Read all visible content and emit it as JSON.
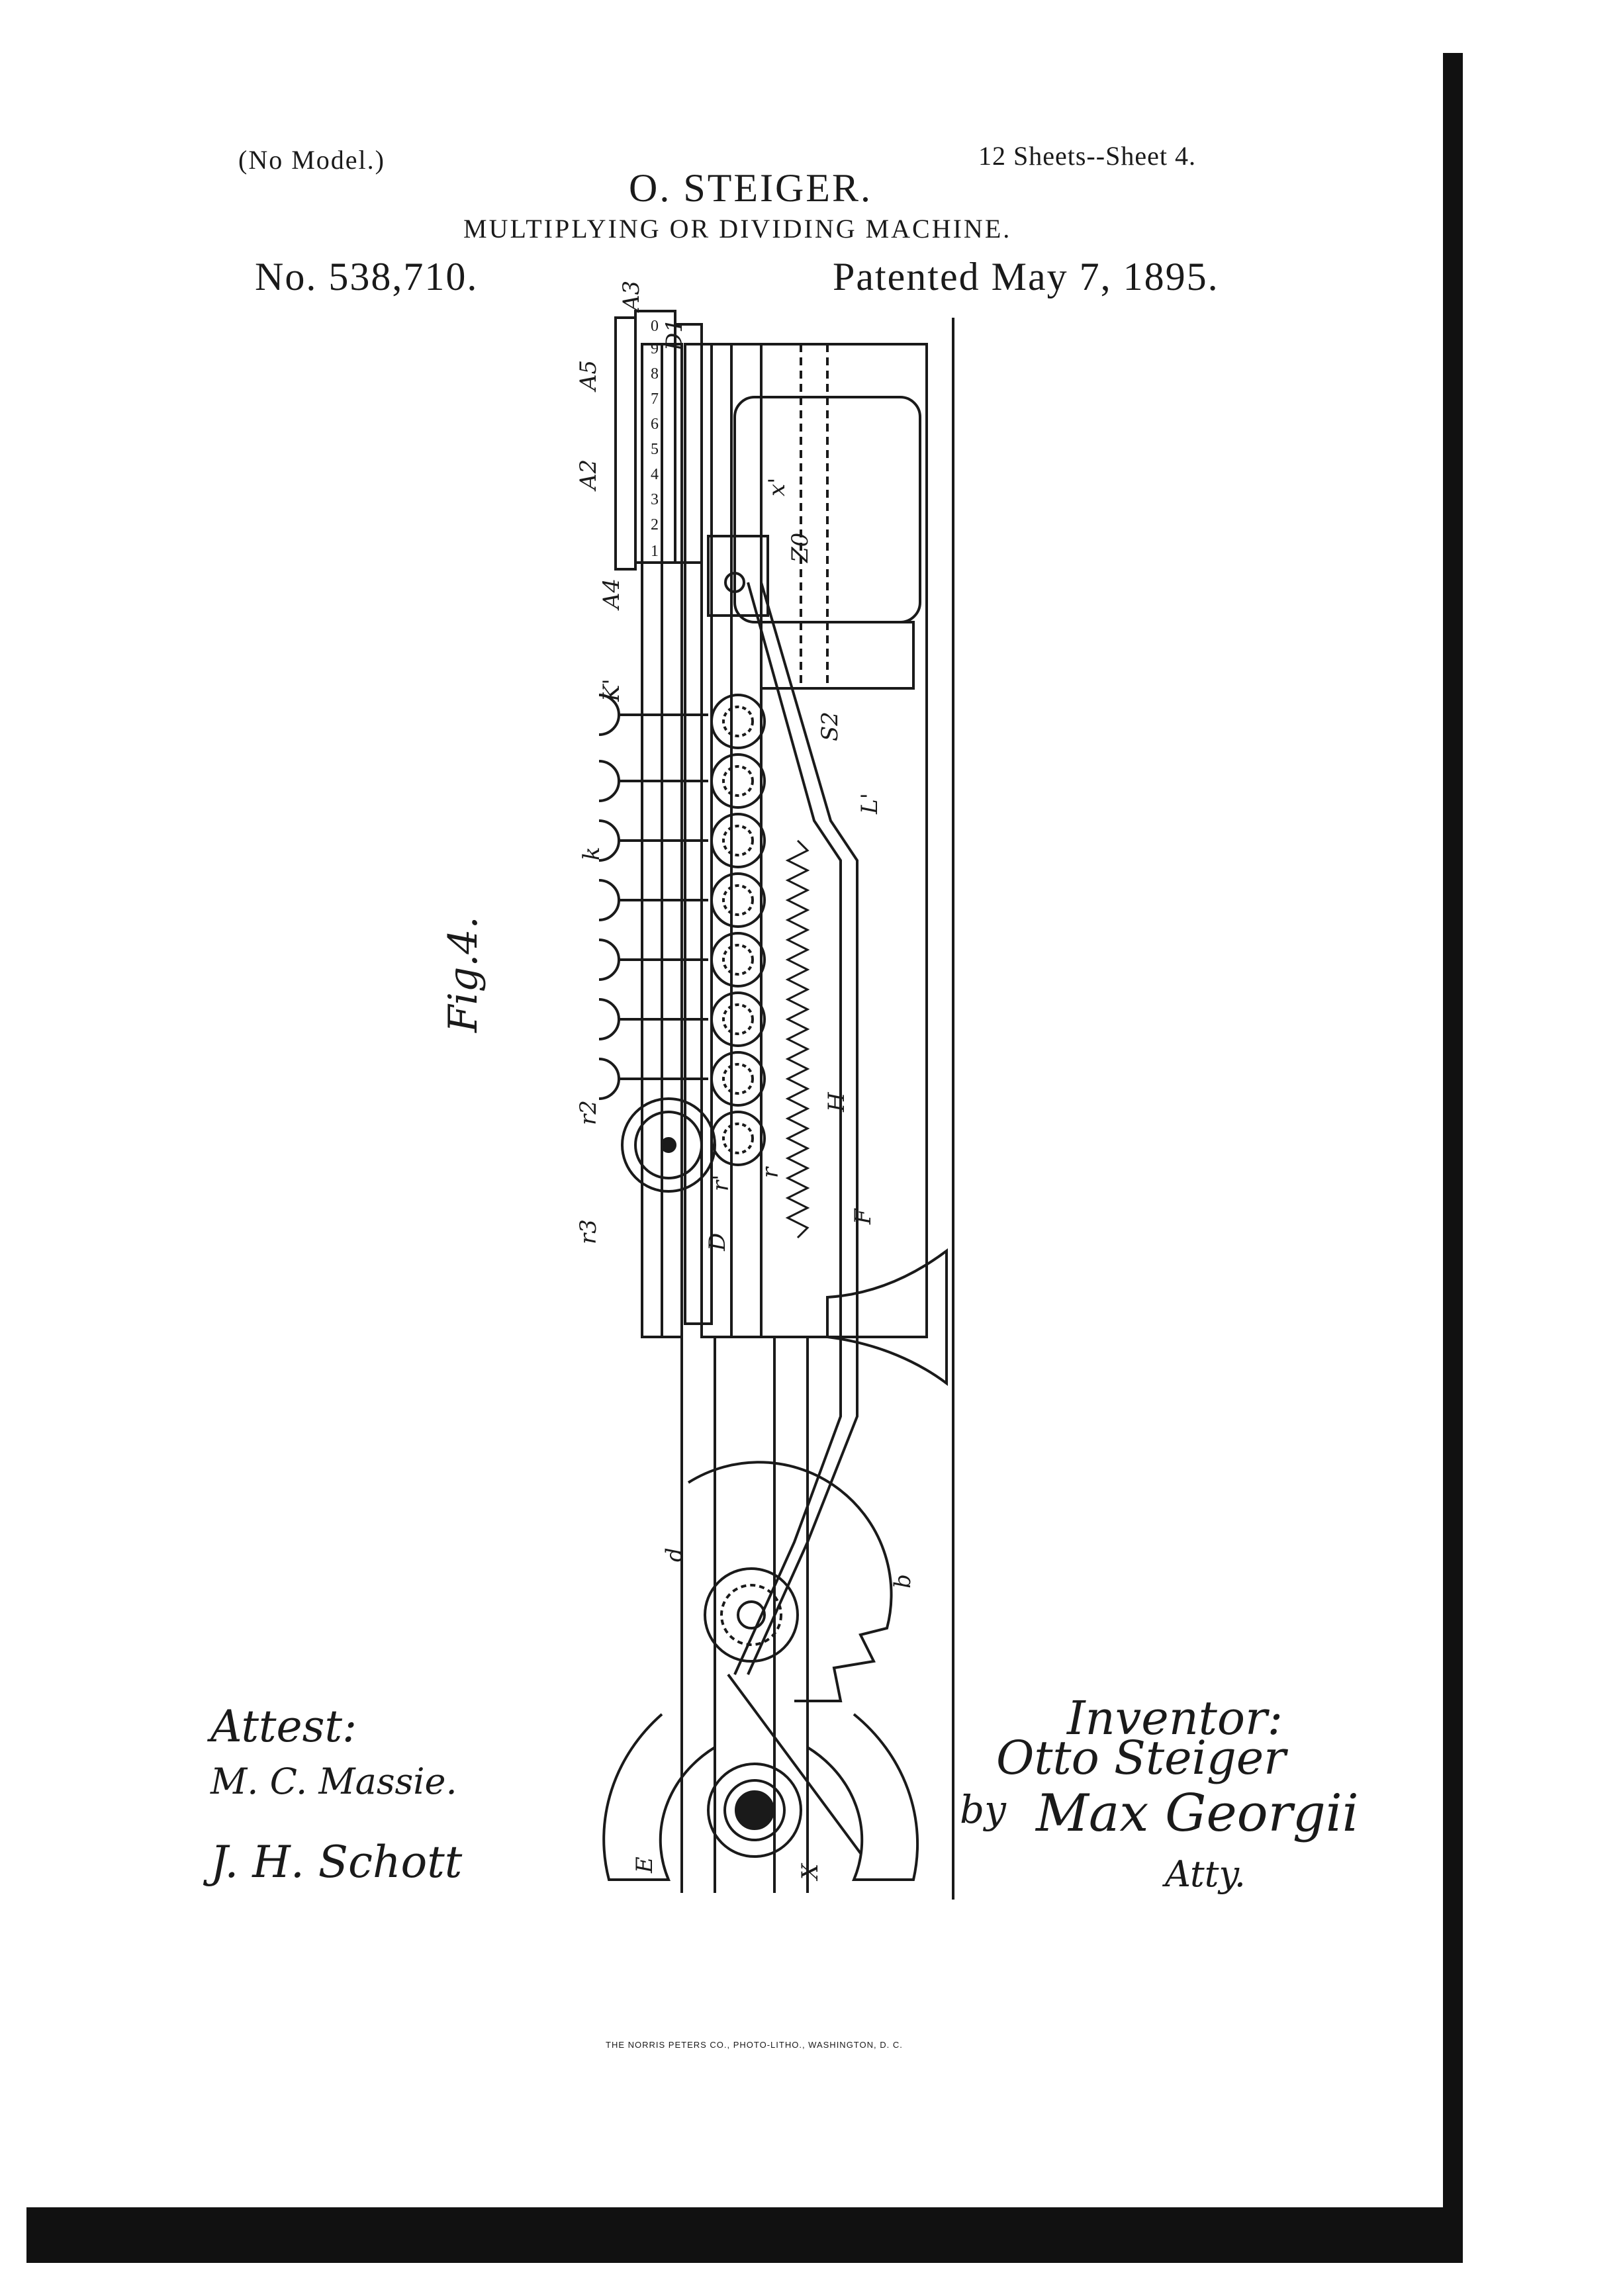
{
  "header": {
    "no_model": "(No Model.)",
    "sheets": "12 Sheets--Sheet 4.",
    "inventor_name": "O. STEIGER.",
    "title": "MULTIPLYING OR DIVIDING MACHINE.",
    "patent_number": "No. 538,710.",
    "patent_date": "Patented May 7, 1895."
  },
  "figure": {
    "label": "Fig.4.",
    "key_digits": [
      "1",
      "2",
      "3",
      "4",
      "5",
      "6",
      "7",
      "8",
      "9",
      "0"
    ],
    "part_labels": {
      "A5": "A5",
      "A2": "A2",
      "A4": "A4",
      "A3": "A3",
      "D1": "D1",
      "K1": "K'",
      "k": "k",
      "x1": "x'",
      "Z0": "Z0",
      "S2": "S2",
      "L1": "L'",
      "H": "H",
      "F": "F",
      "r": "r",
      "r1": "r'",
      "r2": "r2",
      "r3": "r3",
      "D": "D",
      "d": "d",
      "X": "X",
      "b": "b",
      "E": "E"
    }
  },
  "signatures": {
    "attest_label": "Attest:",
    "witness_1": "M. C. Massie.",
    "witness_2": "J. H. Schott",
    "inventor_label": "Inventor:",
    "inventor_signature": "Otto Steiger",
    "by_label": "by",
    "attorney_signature": "Max Georgii",
    "atty_label": "Atty."
  },
  "printer_credit": "THE NORRIS PETERS CO., PHOTO-LITHO., WASHINGTON, D. C."
}
